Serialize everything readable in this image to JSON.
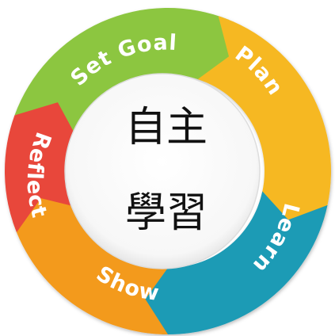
{
  "diagram": {
    "center": {
      "line1": "自主",
      "line2": "學習"
    },
    "segments": [
      {
        "label": "Set Goal",
        "color": "#8cc63f"
      },
      {
        "label": "Plan",
        "color": "#f6b824"
      },
      {
        "label": "Learn",
        "color": "#1b9bb5"
      },
      {
        "label": "Show",
        "color": "#f39a1e"
      },
      {
        "label": "Reflect",
        "color": "#e8473a"
      }
    ]
  }
}
